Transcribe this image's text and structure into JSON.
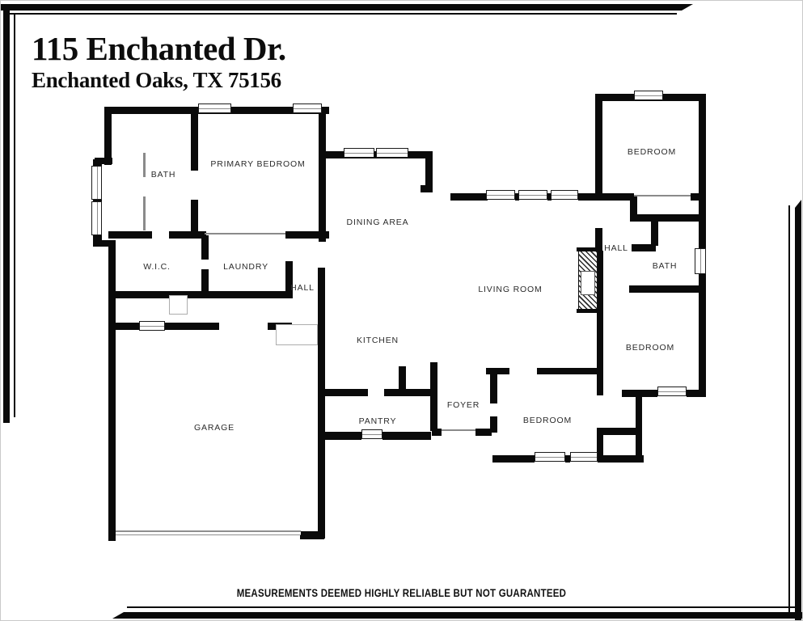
{
  "header": {
    "address_line1": "115 Enchanted Dr.",
    "address_line2": "Enchanted Oaks, TX 75156"
  },
  "floor_plan": {
    "rooms": [
      {
        "label": "BATH"
      },
      {
        "label": "PRIMARY BEDROOM"
      },
      {
        "label": "DINING AREA"
      },
      {
        "label": "W.I.C."
      },
      {
        "label": "LAUNDRY"
      },
      {
        "label": "HALL"
      },
      {
        "label": "KITCHEN"
      },
      {
        "label": "LIVING ROOM"
      },
      {
        "label": "GARAGE"
      },
      {
        "label": "PANTRY"
      },
      {
        "label": "FOYER"
      },
      {
        "label": "BEDROOM"
      },
      {
        "label": "BEDROOM"
      },
      {
        "label": "HALL"
      },
      {
        "label": "BATH"
      },
      {
        "label": "BEDROOM"
      }
    ]
  },
  "footer": {
    "disclaimer": "MEASUREMENTS DEEMED HIGHLY RELIABLE BUT NOT GUARANTEED"
  },
  "colors": {
    "wall": "#0a0a0a",
    "frame": "#0a0a0a",
    "background": "#ffffff",
    "label_text": "#2b2b2b"
  }
}
